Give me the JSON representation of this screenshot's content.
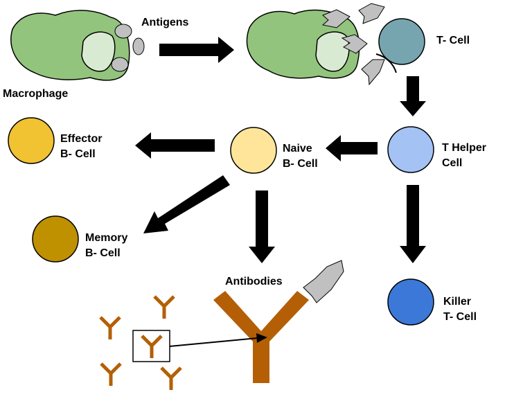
{
  "labels": {
    "antigens": "Antigens",
    "macrophage": "Macrophage",
    "t_cell": "T- Cell",
    "effector": [
      "Effector",
      "B- Cell"
    ],
    "naive": [
      "Naive",
      "B- Cell"
    ],
    "t_helper": [
      "T Helper",
      "Cell"
    ],
    "memory": [
      "Memory",
      "B- Cell"
    ],
    "antibodies": "Antibodies",
    "killer": [
      "Killer",
      "T- Cell"
    ]
  },
  "colors": {
    "macrophage_body": "#93c47d",
    "macrophage_nucleus": "#d9ead3",
    "antigen": "#c0c0c0",
    "t_cell": "#76a5af",
    "effector_b_cell": "#f1c232",
    "naive_b_cell": "#ffe599",
    "t_helper_cell": "#a4c2f4",
    "memory_b_cell": "#bf9000",
    "killer_t_cell": "#3c78d8",
    "antibody": "#b45f06",
    "arrow": "#000000"
  }
}
